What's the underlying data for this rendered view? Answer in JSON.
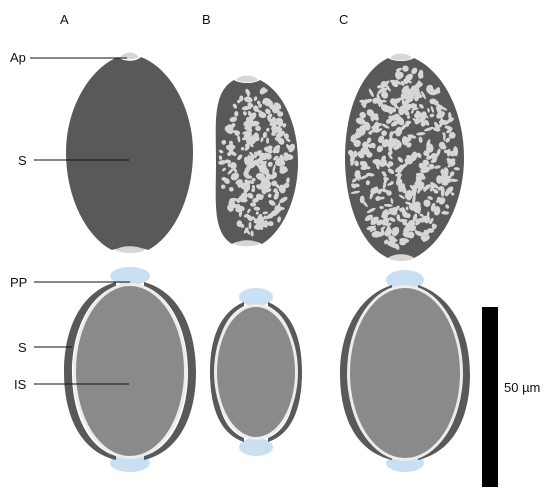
{
  "panels": [
    "A",
    "B",
    "C"
  ],
  "labels": {
    "aperture": "Ap",
    "sexine": "S",
    "pore_plug": "PP",
    "sexine_lower": "S",
    "intine": "IS"
  },
  "scale_bar": {
    "label": "50 µm"
  },
  "colors": {
    "sexine": "#595959",
    "intine": "#8a8a8a",
    "speckle": "#d6d6d6",
    "pore": "#c9dff2",
    "gap": "#ececec",
    "bar": "#000000"
  }
}
